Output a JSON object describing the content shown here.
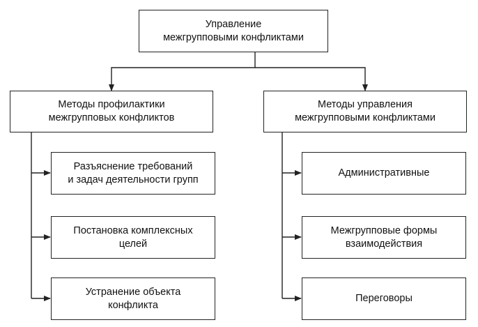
{
  "root": {
    "line1": "Управление",
    "line2": "межгрупповыми конфликтами"
  },
  "left": {
    "header": {
      "line1": "Методы профилактики",
      "line2": "межгрупповых конфликтов"
    },
    "items": [
      {
        "line1": "Разъяснение требований",
        "line2": "и задач деятельности групп"
      },
      {
        "line1": "Постановка комплексных",
        "line2": "целей"
      },
      {
        "line1": "Устранение объекта",
        "line2": "конфликта"
      }
    ]
  },
  "right": {
    "header": {
      "line1": "Методы управления",
      "line2": "межгрупповыми конфликтами"
    },
    "items": [
      {
        "line1": "Административные"
      },
      {
        "line1": "Межгрупповые формы",
        "line2": "взаимодействия"
      },
      {
        "line1": "Переговоры"
      }
    ]
  }
}
